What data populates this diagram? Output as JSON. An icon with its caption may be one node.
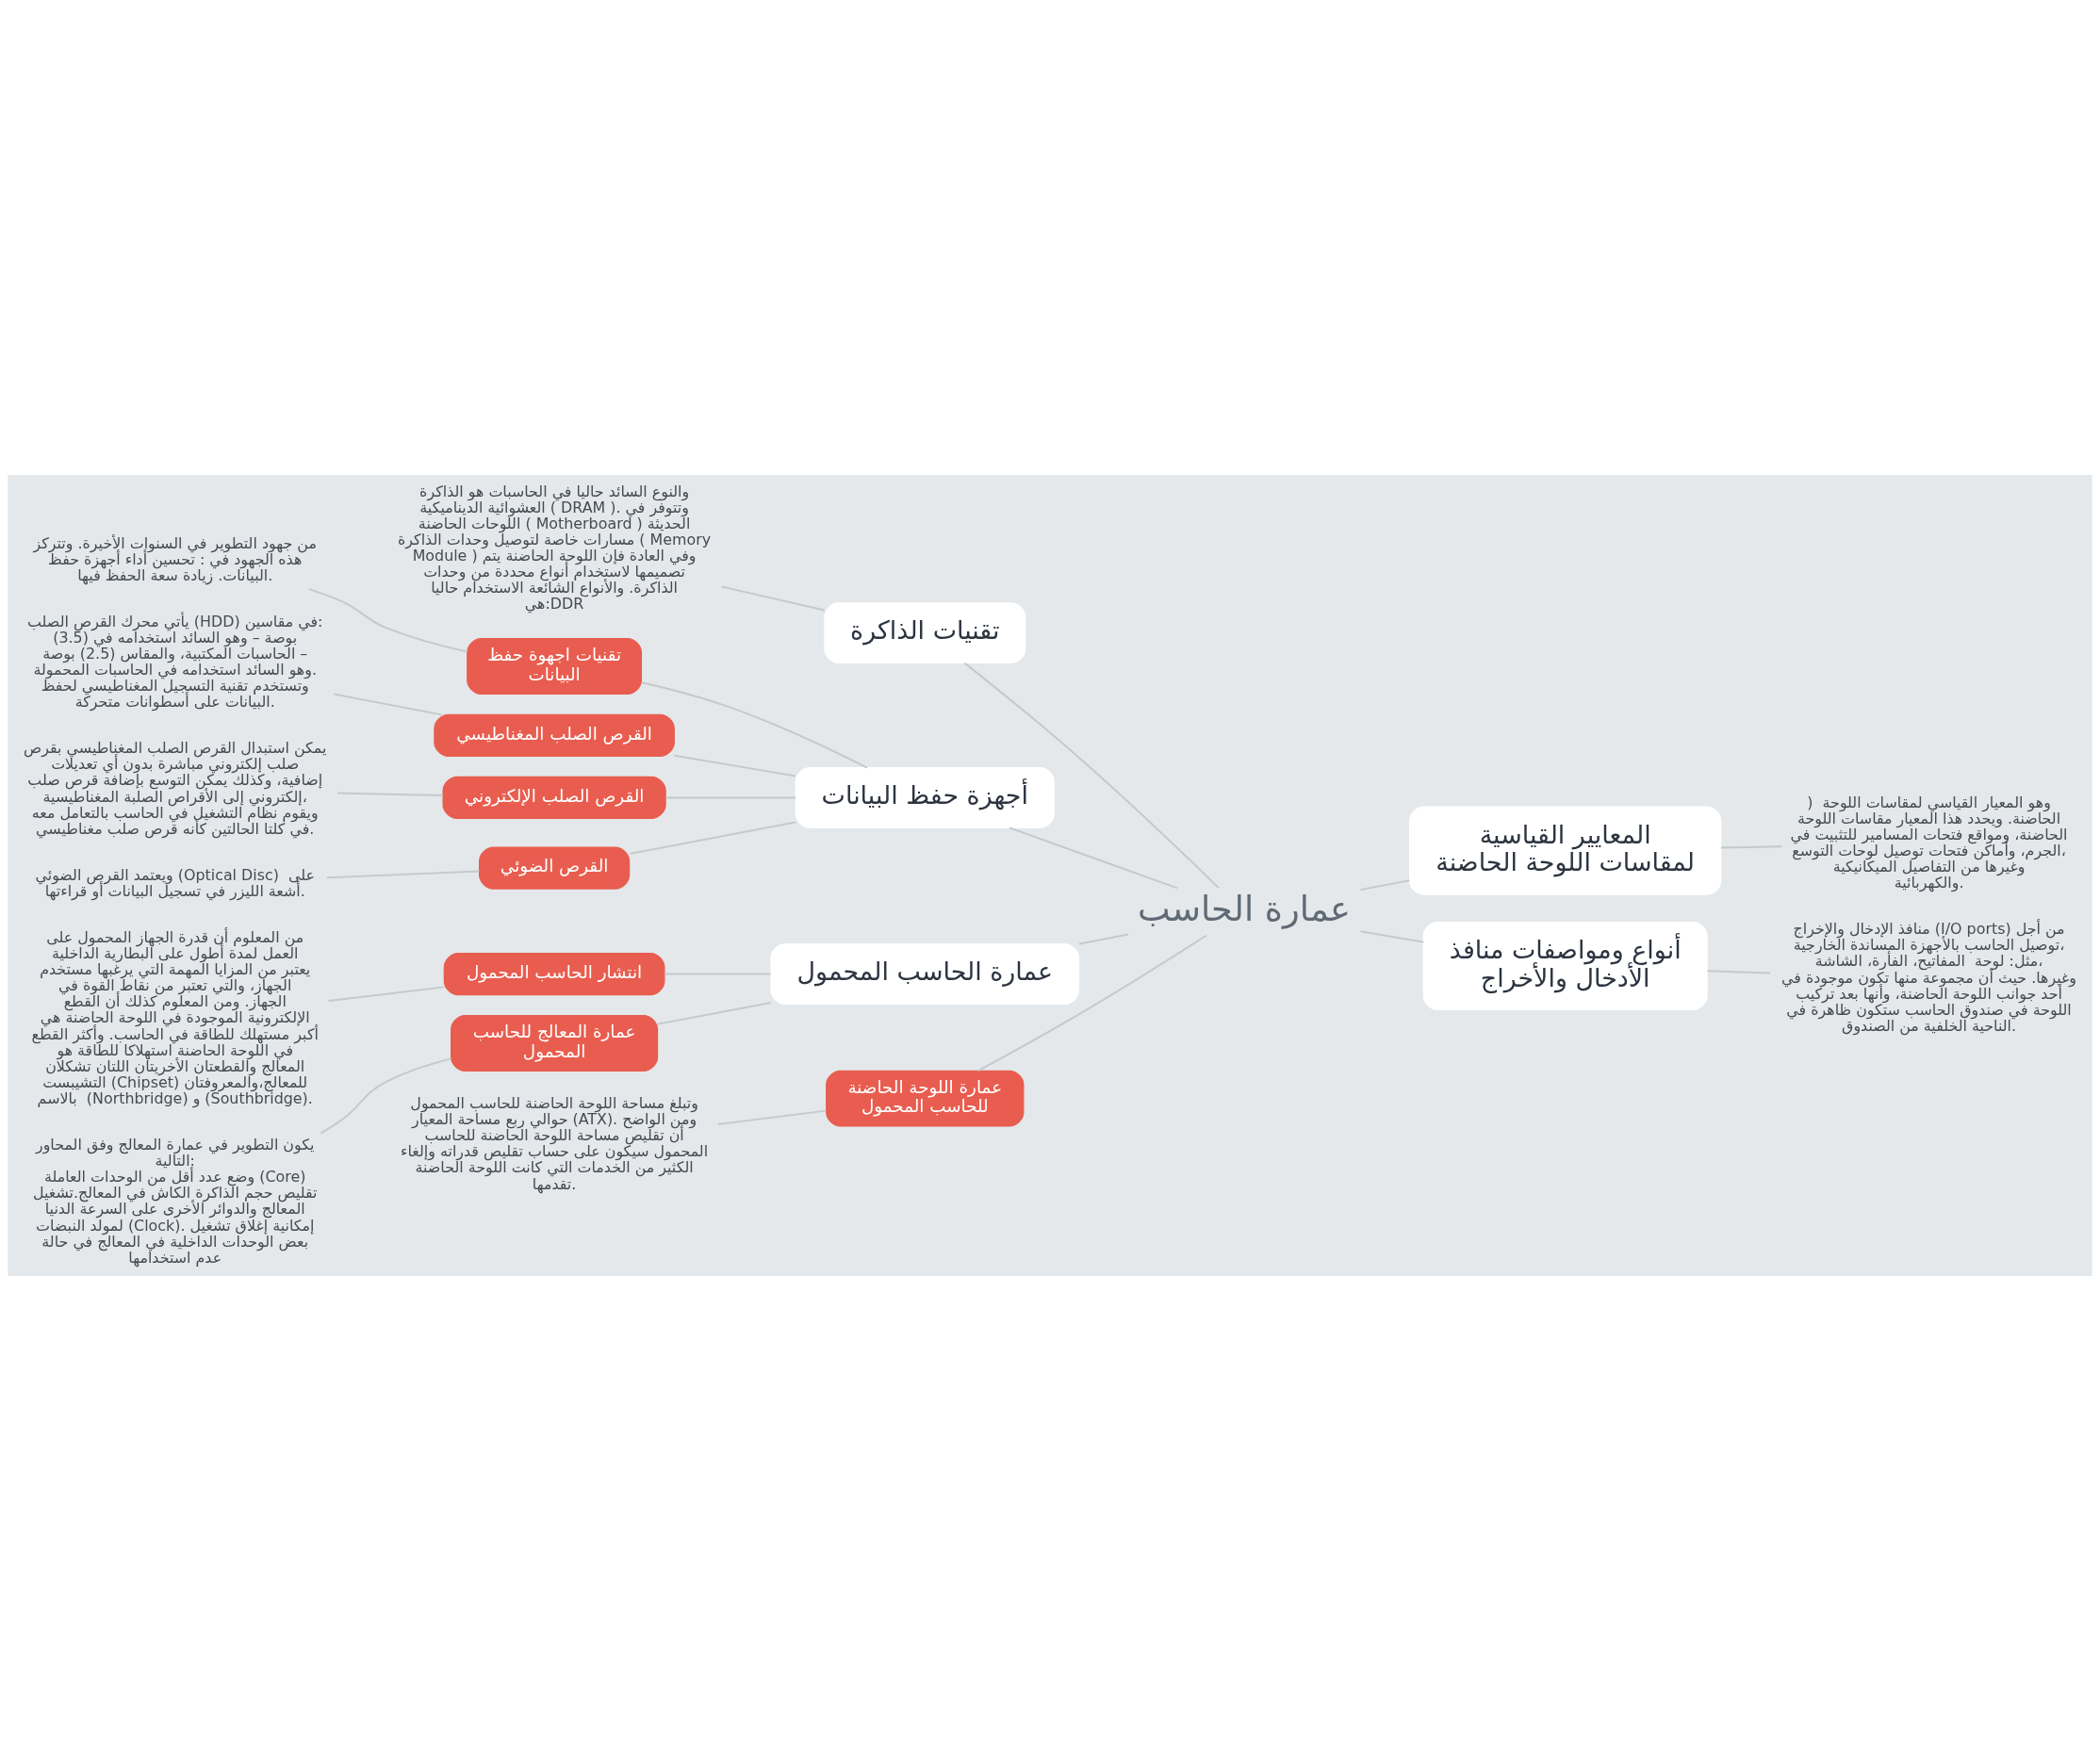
{
  "diagram": {
    "nodes": [
      {
        "text": [
          "عمارة الحاسب"
        ]
      },
      {
        "text": [
          "تقنيات الذاكرة"
        ]
      },
      {
        "text": [
          "والنوع السائد حاليا في الحاسبات هو الذاكرة العشوائية الديناميكية ( DRAM ). وتتوفر في اللوحات الحاضنة ( Motherboard ) الحديثة مسارات خاصة لتوصيل وحدات الذاكرة ( Memory Module ) وفي العادة فإن اللوحة الحاضنة يتم تصميمها لاستخدام أنواع محددة من وحدات الذاكرة. والأنواع الشائعة الاستخدام حاليا هي:DDR"
        ]
      },
      {
        "text": [
          "أجهزة حفظ البيانات"
        ]
      },
      {
        "text": [
          "تقنيات اجهوة حفظ البيانات"
        ]
      },
      {
        "text": [
          "من جهود التطوير في السنوات الأخيرة. وتتركز هذه الجهود في : تحسين أداء أجهزة حفظ البيانات. زيادة سعة الحفظ فيها."
        ]
      },
      {
        "text": [
          "القرص الصلب المغناطيسي"
        ]
      },
      {
        "text": [
          "يأتي محرك القرص الصلب (HDD) في مقاسين: (3.5) بوصة – وهو السائد استخدامه في الحاسبات المكتبية، والمقاس (2.5) بوصة – وهو السائد استخدامه في الحاسبات المحمولة. وتستخدم تقنية التسجيل المغناطيسي لحفظ البيانات على أسطوانات متحركة."
        ]
      },
      {
        "text": [
          "القرص الصلب الإلكتروني"
        ]
      },
      {
        "text": [
          "يمكن استبدال القرص الصلب المغناطيسي بقرص صلب إلكتروني مباشرة بدون أي تعديلات إضافية، وكذلك يمكن التوسع بإضافة قرص صلب إلكتروني إلى الأقراص الصلبة المغناطيسية، ويقوم نظام التشغيل في الحاسب بالتعامل معه في كلتا الحالتين كأنه قرص صلب مغناطيسي."
        ]
      },
      {
        "text": [
          "القرص الضوئي"
        ]
      },
      {
        "text": [
          "ويعتمد القرص الضوئي (Optical Disc)  على أشعة الليزر في تسجيل البيانات أو قراءتها."
        ]
      },
      {
        "text": [
          "عمارة الحاسب المحمول"
        ]
      },
      {
        "text": [
          "انتشار الحاسب المحمول"
        ]
      },
      {
        "text": [
          "من المعلوم أن قدرة الجهاز المحمول على العمل لمدة أطول على البطارية الداخلية يعتبر من المزايا المهمة التي يرغبها مستخدم الجهاز، والتي تعتبر من نقاط القوة في الجهاز. ومن المعلوم كذلك أن القطع الإلكترونية الموجودة في اللوحة الحاضنة هي أكبر مستهلك للطاقة في الحاسب. وأكثر القطع في اللوحة الحاضنة استهلاكا للطاقة هو المعالج والقطعتان الأخريتان اللتان تشكلان التشيبست (Chipset) للمعالج،والمعروفتان بالاسم  (Northbridge) و (Southbridge)."
        ]
      },
      {
        "text": [
          "عمارة المعالج للحاسب المحمول"
        ]
      },
      {
        "text": [
          "يكون التطوير في عمارة المعالج وفق المحاور التالية:",
          "وضع عدد أقل من الوحدات العاملة (Core) تقليص حجم الذاكرة الكاش في المعالج.تشغيل المعالج والدوائر الأخرى على السرعة الدنيا لمولد النبضات (Clock). إمكانية إغلاق تشغيل بعض الوحدات الداخلية في المعالج في حالة عدم استخدامها"
        ]
      },
      {
        "text": [
          "عمارة اللوحة الحاضنة للحاسب المحمول"
        ]
      },
      {
        "text": [
          "وتبلغ مساحة اللوحة الحاضنة للحاسب المحمول حوالي ربع مساحة المعيار (ATX). ومن الواضح أن تقليص مساحة اللوحة الحاضنة للحاسب المحمول سيكون على حساب تقليص قدراته وإلغاء الكثير من الخدمات التي كانت اللوحة الحاضنة تقدمها."
        ]
      },
      {
        "text": [
          "المعايير القياسية لمقاسات اللوحة الحاضنة"
        ]
      },
      {
        "text": [
          ")  وهو المعيار القياسي لمقاسات اللوحة الحاضنة. ويحدد هذا المعيار مقاسات اللوحة الحاضنة، ومواقع فتحات المسامير للتثبيت في الجرم، وأماكن فتحات توصيل لوحات التوسع، وغيرها من التفاصيل الميكانيكية والكهربائية."
        ]
      },
      {
        "text": [
          "أنواع ومواصفات منافذ الأدخال والأخراج"
        ]
      },
      {
        "text": [
          "منافذ الإدخال والإخراج (I/O ports) من أجل توصيل الحاسب بالأجهزة المساندة الخارجية، مثل: لوحة  المفاتيح، الفأرة، الشاشة،  وغيرها. حيث أن مجموعة منها تكون موجودة في أحد جوانب اللوحة الحاضنة، وأنها بعد تركيب اللوحة في صندوق الحاسب ستكون ظاهرة في الناحية الخلفية من الصندوق."
        ]
      }
    ],
    "edges": [
      {
        "from": 0,
        "to": 1,
        "arrow": "none"
      },
      {
        "from": 1,
        "to": 2,
        "arrow": "none"
      },
      {
        "from": 0,
        "to": 3,
        "arrow": "none"
      },
      {
        "from": 3,
        "to": 4,
        "arrow": "none"
      },
      {
        "from": 4,
        "to": 5,
        "arrow": "none"
      },
      {
        "from": 3,
        "to": 6,
        "arrow": "none"
      },
      {
        "from": 6,
        "to": 7,
        "arrow": "none"
      },
      {
        "from": 3,
        "to": 8,
        "arrow": "none"
      },
      {
        "from": 8,
        "to": 9,
        "arrow": "none"
      },
      {
        "from": 3,
        "to": 10,
        "arrow": "none"
      },
      {
        "from": 10,
        "to": 11,
        "arrow": "none"
      },
      {
        "from": 0,
        "to": 12,
        "arrow": "none"
      },
      {
        "from": 12,
        "to": 13,
        "arrow": "none"
      },
      {
        "from": 13,
        "to": 14,
        "arrow": "none"
      },
      {
        "from": 12,
        "to": 15,
        "arrow": "none"
      },
      {
        "from": 15,
        "to": 16,
        "arrow": "none"
      },
      {
        "from": 0,
        "to": 17,
        "arrow": "none"
      },
      {
        "from": 17,
        "to": 18,
        "arrow": "none"
      },
      {
        "from": 0,
        "to": 19,
        "arrow": "none"
      },
      {
        "from": 19,
        "to": 20,
        "arrow": "none"
      },
      {
        "from": 0,
        "to": 21,
        "arrow": "none"
      },
      {
        "from": 21,
        "to": 22,
        "arrow": "none"
      }
    ]
  }
}
